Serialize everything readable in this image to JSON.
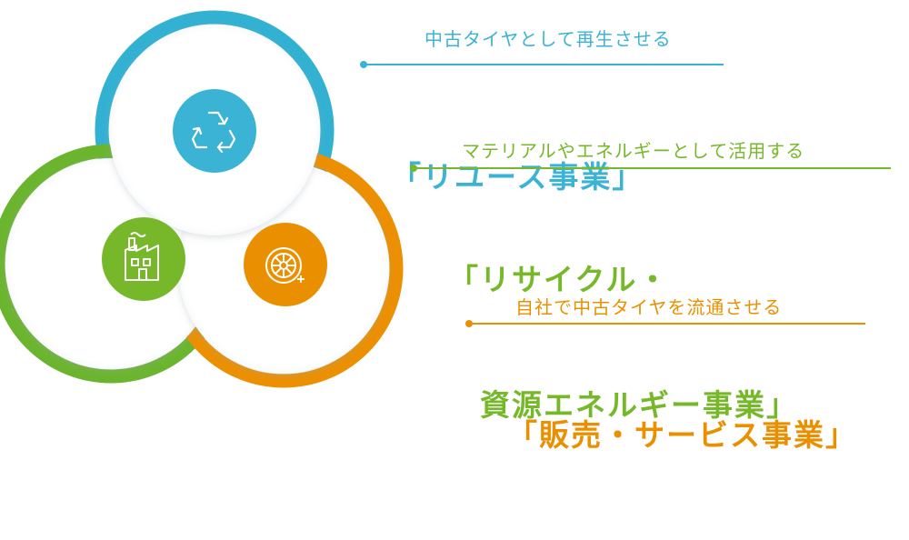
{
  "colors": {
    "blue": "#3bb3d5",
    "green": "#76b82a",
    "orange": "#ea9000",
    "ring_blue": "#32b1d3",
    "ring_green": "#6bb52e",
    "ring_orange": "#ec8f00"
  },
  "icons": {
    "top": "recycle-icon",
    "left": "factory-icon",
    "right": "tire-icon"
  },
  "items": [
    {
      "subtitle": "中古タイヤとして再生させる",
      "title_lines": [
        "「リユース事業」"
      ],
      "color": "#3bb3d5"
    },
    {
      "subtitle": "マテリアルやエネルギーとして活用する",
      "title_lines": [
        "「リサイクル・",
        "　資源エネルギー事業」"
      ],
      "color": "#76b82a"
    },
    {
      "subtitle": "自社で中古タイヤを流通させる",
      "title_lines": [
        "「販売・サービス事業」"
      ],
      "color": "#ea9000"
    }
  ]
}
